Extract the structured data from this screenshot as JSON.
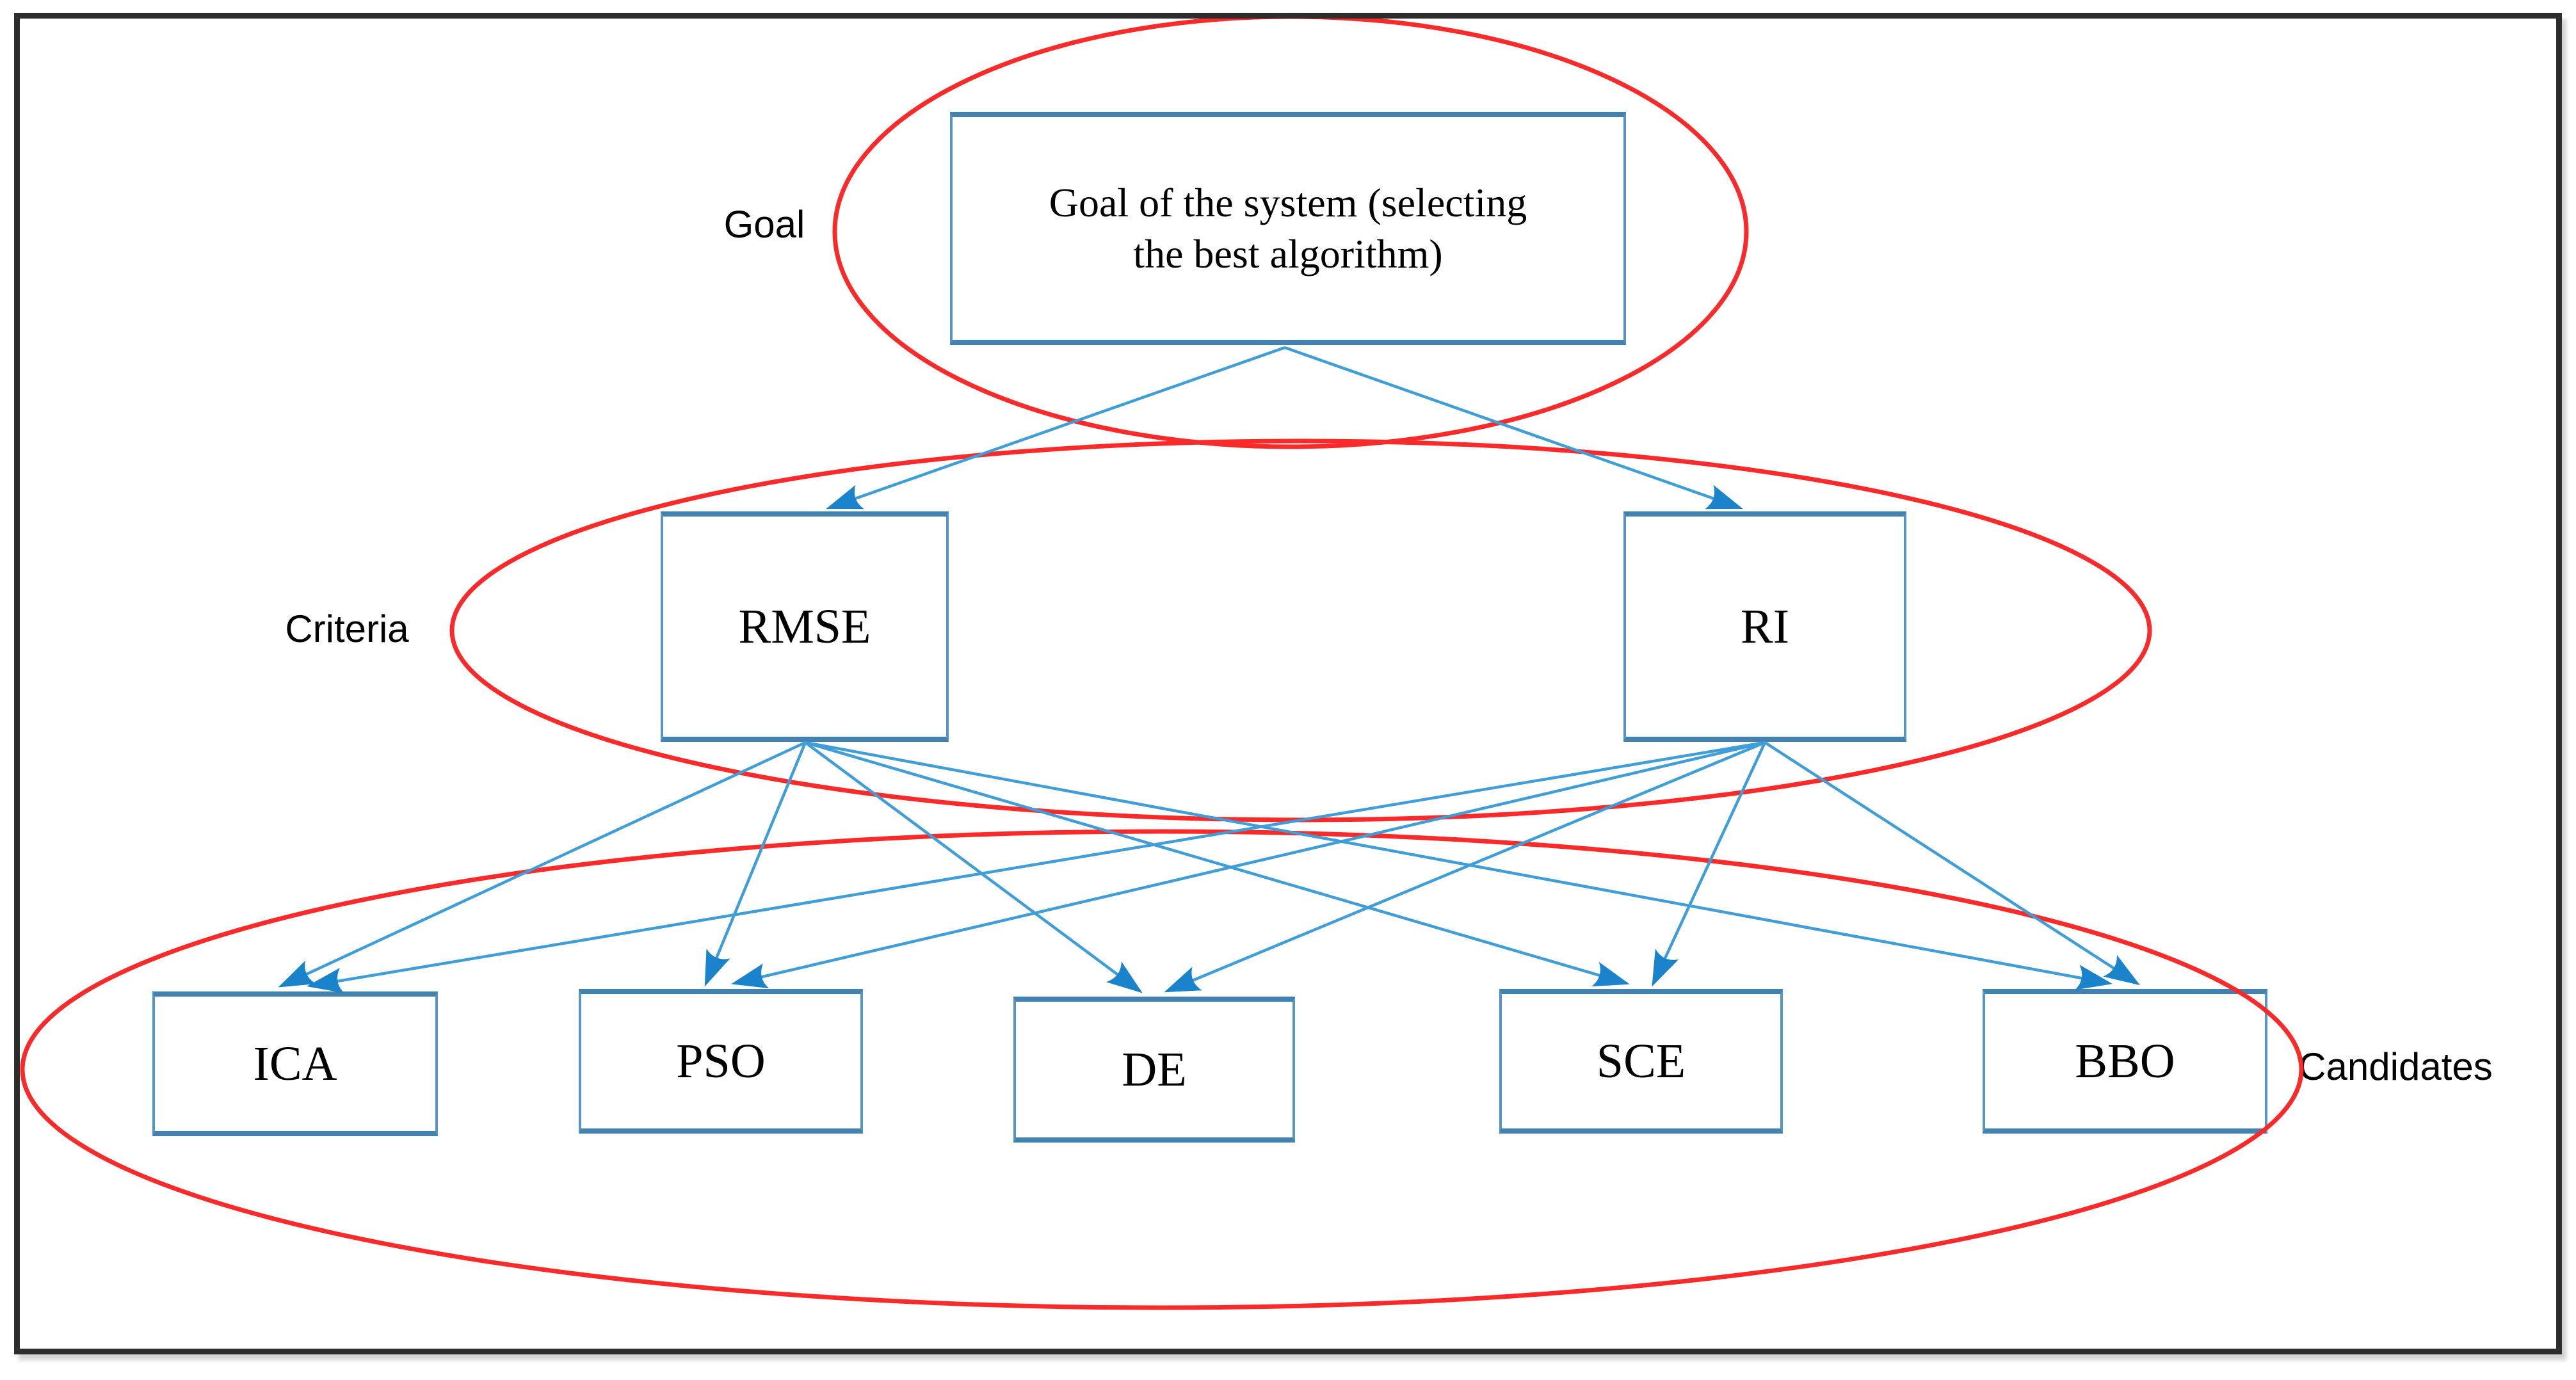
{
  "figure": {
    "levels": {
      "goal_label": "Goal",
      "criteria_label": "Criteria",
      "candidates_label": "Candidates"
    },
    "goal": {
      "label": "Goal of the system (selecting\nthe best algorithm)"
    },
    "criteria": [
      {
        "label": "RMSE"
      },
      {
        "label": "RI"
      }
    ],
    "candidates": [
      {
        "label": "ICA"
      },
      {
        "label": "PSO"
      },
      {
        "label": "DE"
      },
      {
        "label": "SCE"
      },
      {
        "label": "BBO"
      }
    ],
    "edges": [
      {
        "from": "Goal",
        "to": "RMSE"
      },
      {
        "from": "Goal",
        "to": "RI"
      },
      {
        "from": "RMSE",
        "to": "ICA"
      },
      {
        "from": "RMSE",
        "to": "PSO"
      },
      {
        "from": "RMSE",
        "to": "DE"
      },
      {
        "from": "RMSE",
        "to": "SCE"
      },
      {
        "from": "RMSE",
        "to": "BBO"
      },
      {
        "from": "RI",
        "to": "ICA"
      },
      {
        "from": "RI",
        "to": "PSO"
      },
      {
        "from": "RI",
        "to": "DE"
      },
      {
        "from": "RI",
        "to": "SCE"
      },
      {
        "from": "RI",
        "to": "BBO"
      }
    ],
    "colors": {
      "ellipse_stroke": "#f92a2a",
      "edge_stroke": "#3f9dd8",
      "arrowhead_fill": "#1a83cc",
      "box_border": "#5795c4",
      "box_border_heavy": "#4282b2",
      "frame_border": "#2d2d2d",
      "text_color": "#000000"
    }
  }
}
